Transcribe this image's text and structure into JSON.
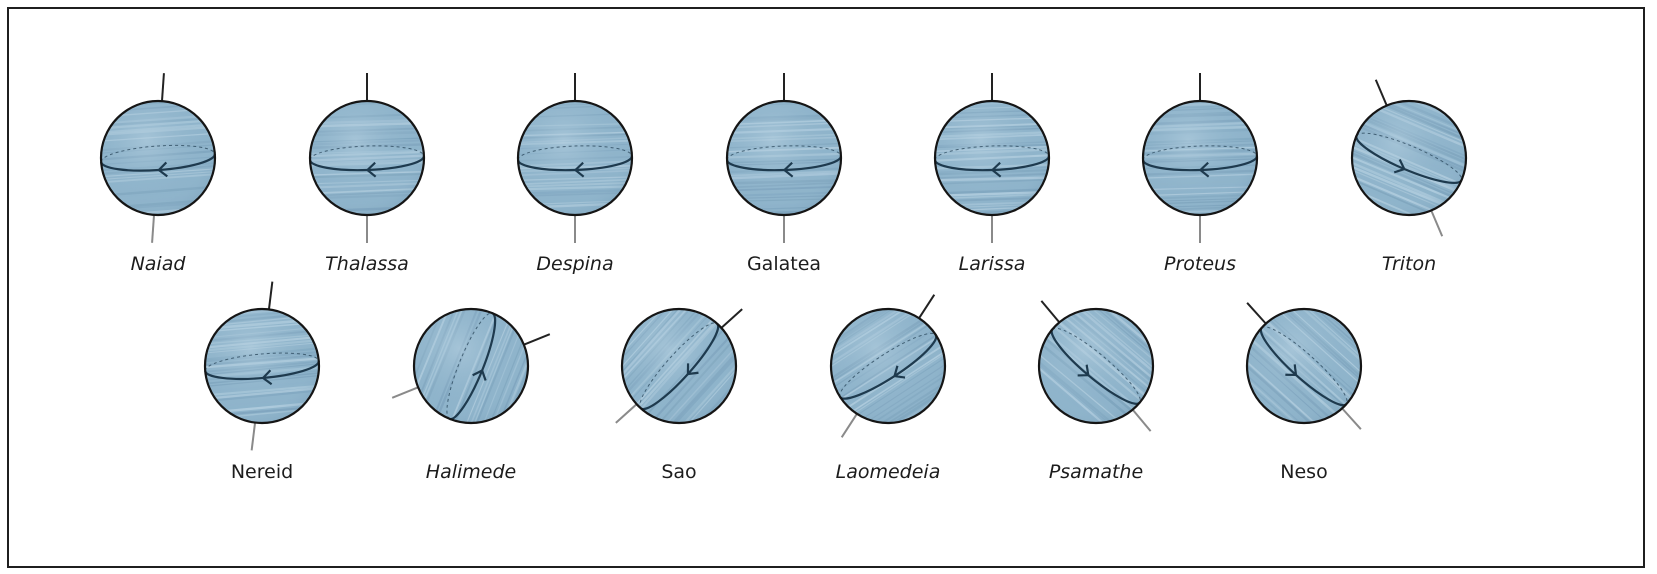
{
  "colors": {
    "surface": "#8fb4cb",
    "surface_dark": "#7aa0ba",
    "surface_light": "#b8d2e2",
    "outline": "#151515",
    "orbit_line": "#1e3a4e",
    "pole_up": "#222222",
    "pole_down": "#8a8a8a",
    "frame": "#1f1f1f"
  },
  "moons": [
    {
      "name": "Naiad",
      "italic": true,
      "row": 0,
      "col": 0,
      "axis_tilt_deg": 4,
      "equator_tilt_deg": 4,
      "direction": "retro-left"
    },
    {
      "name": "Thalassa",
      "italic": true,
      "row": 0,
      "col": 1,
      "axis_tilt_deg": 0,
      "equator_tilt_deg": 2,
      "direction": "retro-left"
    },
    {
      "name": "Despina",
      "italic": true,
      "row": 0,
      "col": 2,
      "axis_tilt_deg": 0,
      "equator_tilt_deg": 2,
      "direction": "retro-left"
    },
    {
      "name": "Galatea",
      "italic": false,
      "row": 0,
      "col": 3,
      "axis_tilt_deg": 0,
      "equator_tilt_deg": 2,
      "direction": "retro-left"
    },
    {
      "name": "Larissa",
      "italic": true,
      "row": 0,
      "col": 4,
      "axis_tilt_deg": 0,
      "equator_tilt_deg": 2,
      "direction": "retro-left"
    },
    {
      "name": "Proteus",
      "italic": true,
      "row": 0,
      "col": 5,
      "axis_tilt_deg": 0,
      "equator_tilt_deg": 2,
      "direction": "retro-left"
    },
    {
      "name": "Triton",
      "italic": true,
      "row": 0,
      "col": 6,
      "axis_tilt_deg": -23,
      "equator_tilt_deg": -23,
      "direction": "pro-right"
    },
    {
      "name": "Nereid",
      "italic": false,
      "row": 1,
      "col": 0,
      "axis_tilt_deg": 7,
      "equator_tilt_deg": 5,
      "direction": "retro-left"
    },
    {
      "name": "Halimede",
      "italic": true,
      "row": 1,
      "col": 1,
      "axis_tilt_deg": 68,
      "equator_tilt_deg": 68,
      "direction": "pro-up"
    },
    {
      "name": "Sao",
      "italic": false,
      "row": 1,
      "col": 2,
      "axis_tilt_deg": 48,
      "equator_tilt_deg": 48,
      "direction": "retro-up"
    },
    {
      "name": "Laomedeia",
      "italic": true,
      "row": 1,
      "col": 3,
      "axis_tilt_deg": 33,
      "equator_tilt_deg": 33,
      "direction": "retro-up"
    },
    {
      "name": "Psamathe",
      "italic": true,
      "row": 1,
      "col": 4,
      "axis_tilt_deg": -40,
      "equator_tilt_deg": -40,
      "direction": "pro-up"
    },
    {
      "name": "Neso",
      "italic": false,
      "row": 1,
      "col": 5,
      "axis_tilt_deg": -42,
      "equator_tilt_deg": -42,
      "direction": "pro-up"
    }
  ]
}
